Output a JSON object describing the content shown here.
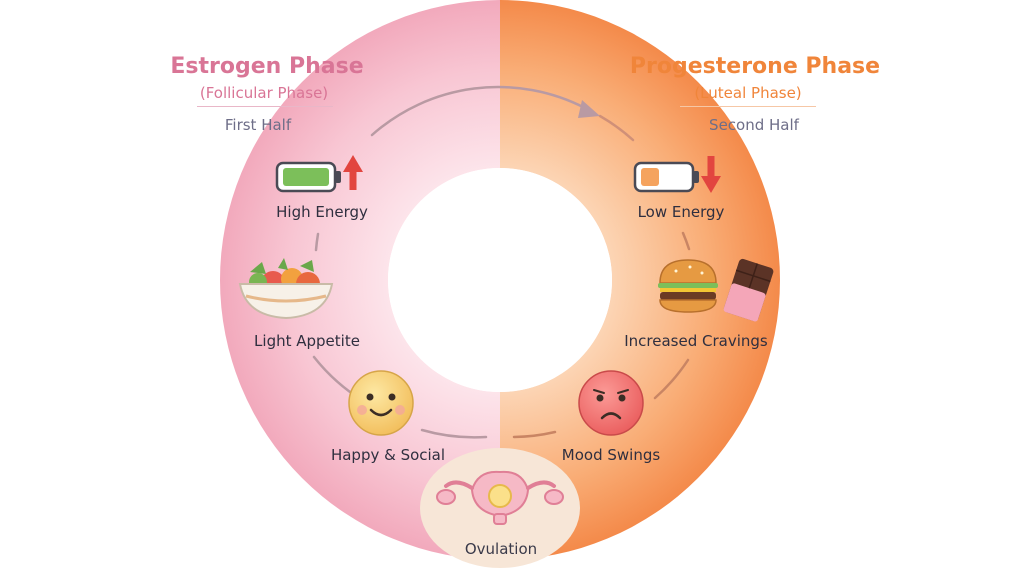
{
  "left_phase": {
    "title": "Estrogen Phase",
    "subtitle": "(Follicular Phase)",
    "half": "First Half",
    "color": "#d97596"
  },
  "right_phase": {
    "title": "Progesterone Phase",
    "subtitle": "(Luteal Phase)",
    "half": "Second Half",
    "color": "#f0853a"
  },
  "left_items": [
    {
      "label": "High Energy",
      "icon": "battery-full-up-icon"
    },
    {
      "label": "Light Appetite",
      "icon": "fruit-bowl-icon"
    },
    {
      "label": "Happy & Social",
      "icon": "happy-face-icon"
    }
  ],
  "right_items": [
    {
      "label": "Low Energy",
      "icon": "battery-low-down-icon"
    },
    {
      "label": "Increased Cravings",
      "icon": "burger-chocolate-icon"
    },
    {
      "label": "Mood Swings",
      "icon": "sad-face-icon"
    }
  ],
  "center": {
    "label": "Ovulation",
    "icon": "uterus-icon"
  }
}
